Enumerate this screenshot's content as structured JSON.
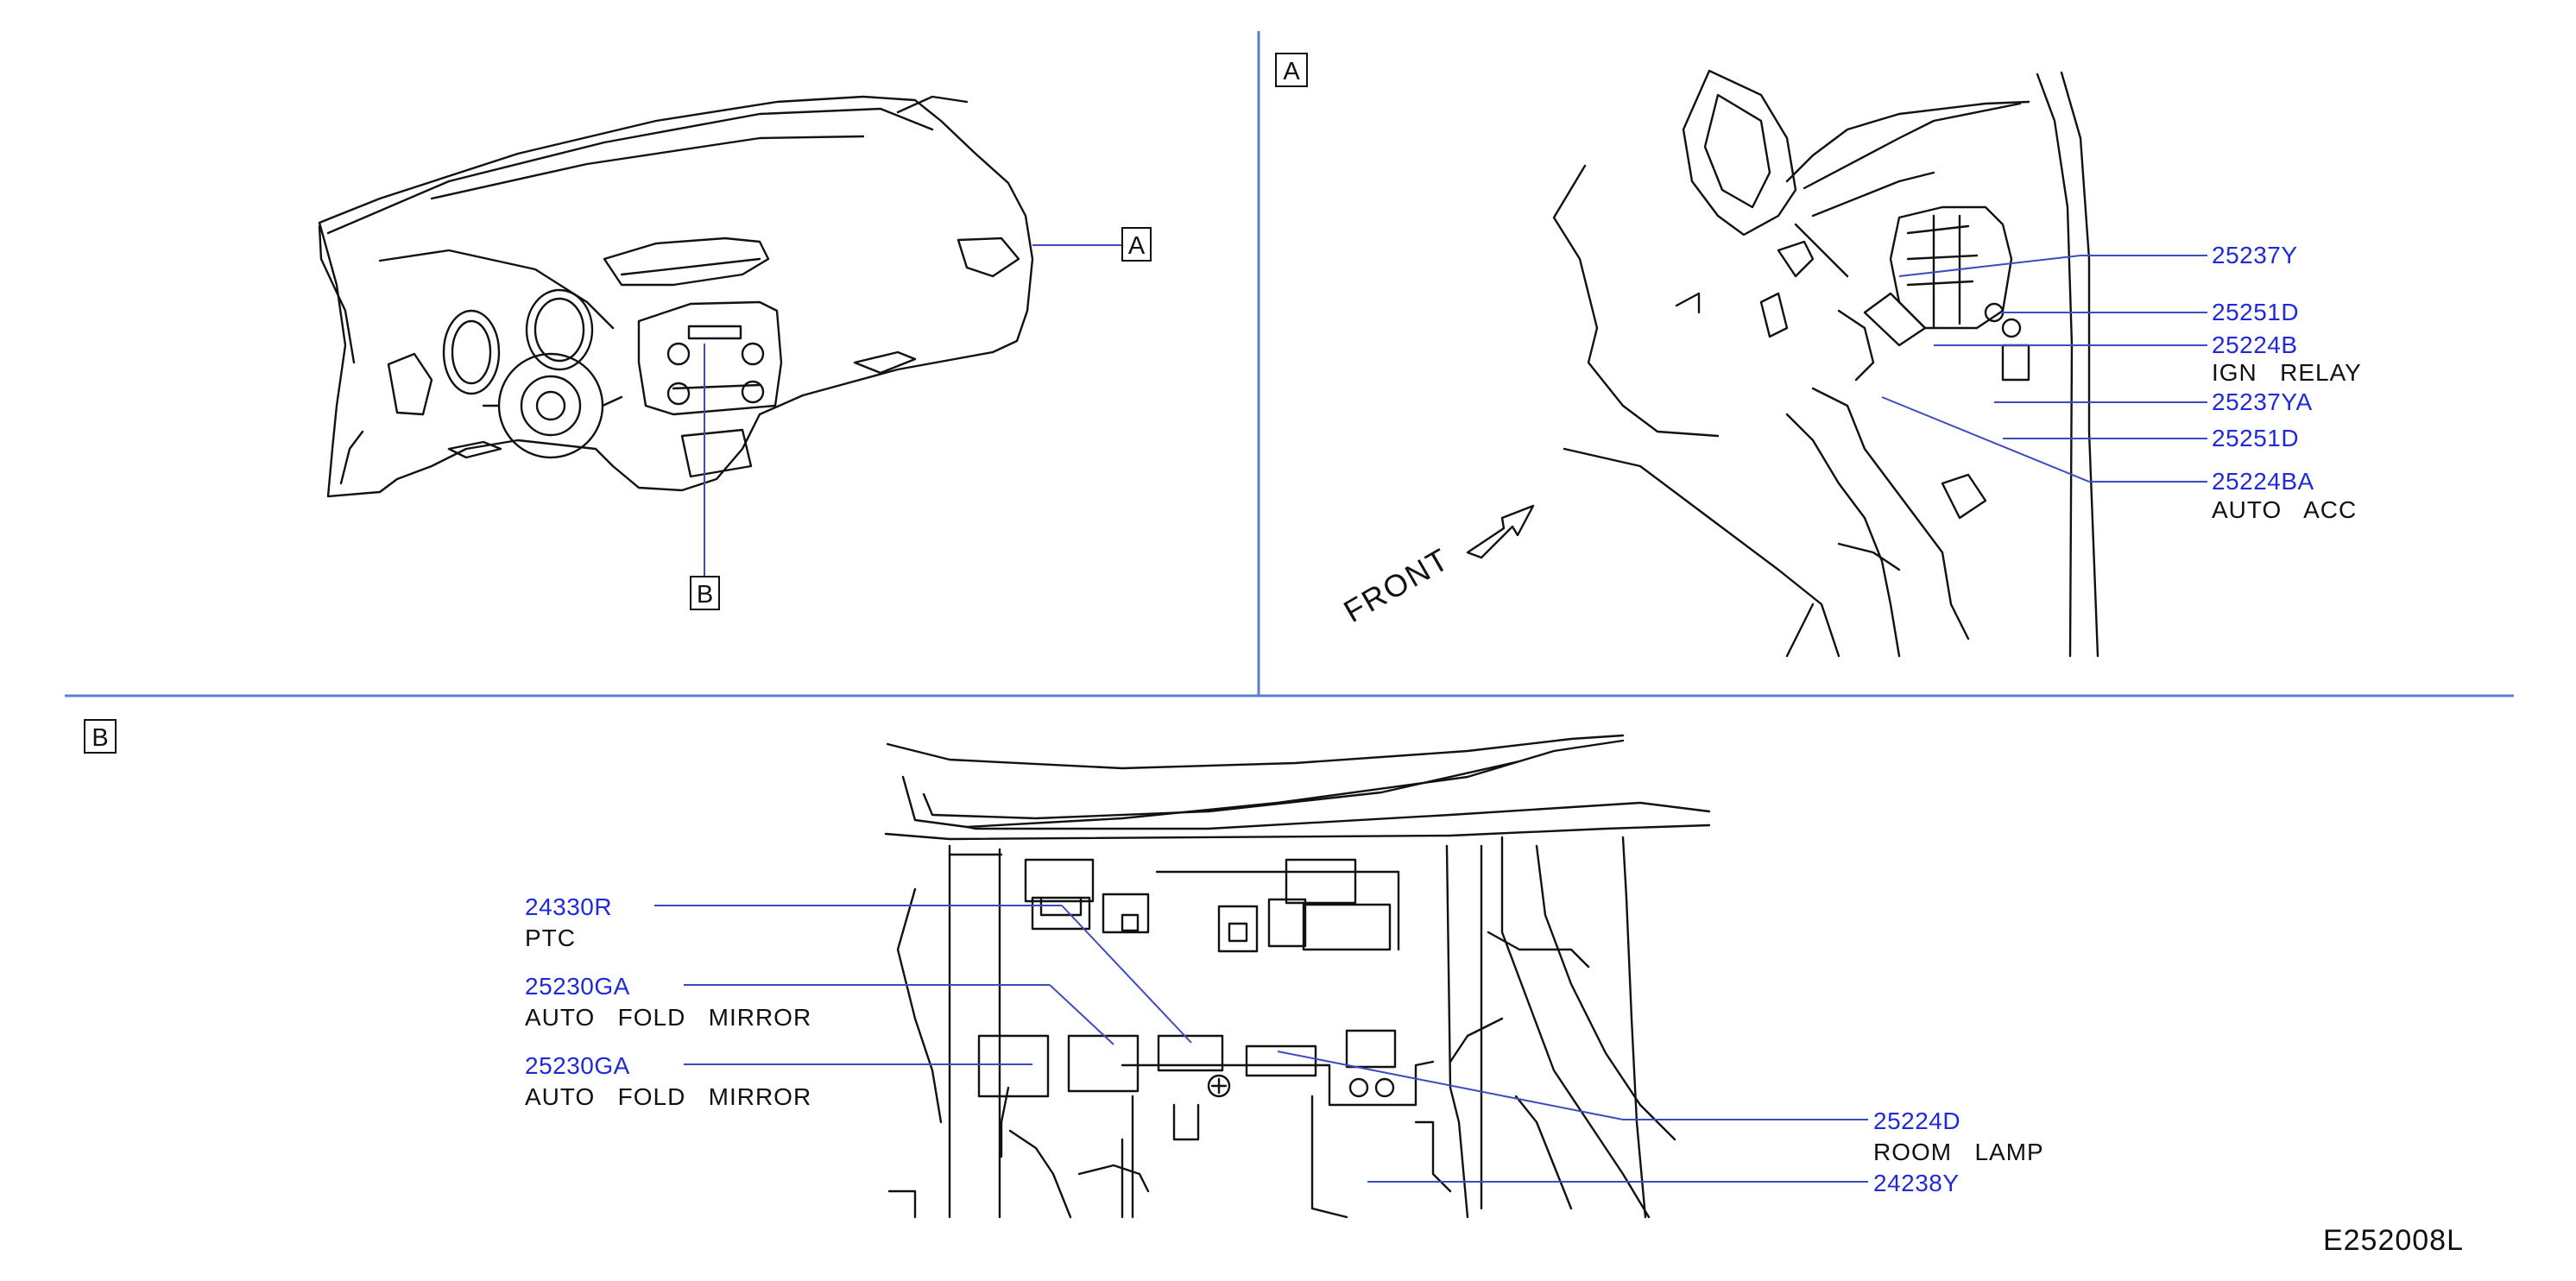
{
  "colors": {
    "part_number": "#1f2bd6",
    "divider": "#5b7fd0",
    "leader": "#3b4cc0",
    "ink": "#111111"
  },
  "views": {
    "A": "A",
    "B": "B"
  },
  "front_label": "FRONT",
  "diagram_code": "E252008L",
  "view_a_callouts": [
    {
      "part": "25237Y"
    },
    {
      "part": "25251D"
    },
    {
      "part": "25224B",
      "desc": "IGN   RELAY"
    },
    {
      "part": "25237YA"
    },
    {
      "part": "25251D"
    },
    {
      "part": "25224BA",
      "desc": "AUTO   ACC"
    }
  ],
  "view_b_callouts": [
    {
      "part": "24330R",
      "desc": "PTC"
    },
    {
      "part": "25230GA",
      "desc": "AUTO   FOLD   MIRROR"
    },
    {
      "part": "25230GA",
      "desc": "AUTO   FOLD   MIRROR"
    },
    {
      "part": "25224D",
      "desc": "ROOM   LAMP"
    },
    {
      "part": "24238Y"
    }
  ]
}
